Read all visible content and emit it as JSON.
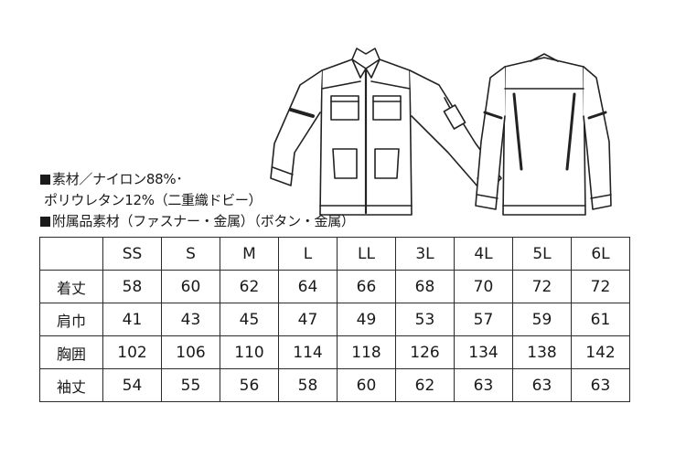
{
  "materials": {
    "line1": "素材／ナイロン88%･",
    "line2": "ポリウレタン12%（二重織ドビー）",
    "line3": "附属品素材（ファスナー・金属）（ボタン・金属）"
  },
  "size_table": {
    "headers": [
      "",
      "SS",
      "S",
      "M",
      "L",
      "LL",
      "3L",
      "4L",
      "5L",
      "6L"
    ],
    "rows": [
      {
        "label": "着丈",
        "values": [
          "58",
          "60",
          "62",
          "64",
          "66",
          "68",
          "70",
          "72",
          "72"
        ]
      },
      {
        "label": "肩巾",
        "values": [
          "41",
          "43",
          "45",
          "47",
          "49",
          "53",
          "57",
          "59",
          "61"
        ]
      },
      {
        "label": "胸囲",
        "values": [
          "102",
          "106",
          "110",
          "114",
          "118",
          "126",
          "134",
          "138",
          "142"
        ]
      },
      {
        "label": "袖丈",
        "values": [
          "54",
          "55",
          "56",
          "58",
          "60",
          "62",
          "63",
          "63",
          "63"
        ]
      }
    ]
  }
}
